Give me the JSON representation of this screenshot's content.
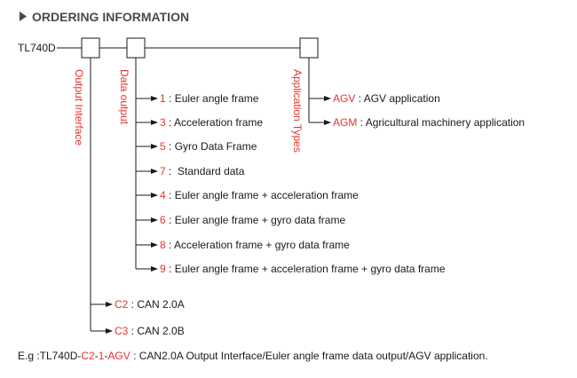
{
  "heading": "ORDERING INFORMATION",
  "model": "TL740D",
  "labels": {
    "output_interface": "Output Interface",
    "data_output": "Data output",
    "application_types": "Application Types"
  },
  "data_output_options": [
    {
      "code": "1",
      "sep": " : ",
      "desc": "Euler angle frame"
    },
    {
      "code": "3",
      "sep": " : ",
      "desc": "Acceleration frame"
    },
    {
      "code": "5",
      "sep": " : ",
      "desc": "Gyro Data Frame"
    },
    {
      "code": "7",
      "sep": " :  ",
      "desc": "Standard data"
    },
    {
      "code": "4",
      "sep": " : ",
      "desc": "Euler angle frame + acceleration frame"
    },
    {
      "code": "6",
      "sep": " : ",
      "desc": "Euler angle frame + gyro data frame"
    },
    {
      "code": "8",
      "sep": " : ",
      "desc": "Acceleration frame + gyro data frame"
    },
    {
      "code": "9",
      "sep": " : ",
      "desc": "Euler angle frame + acceleration frame + gyro data frame"
    }
  ],
  "application_options": [
    {
      "code": "AGV",
      "sep": " : ",
      "desc": "AGV application"
    },
    {
      "code": "AGM",
      "sep": " : ",
      "desc": "Agricultural machinery application"
    }
  ],
  "interface_options": [
    {
      "code": "C2",
      "sep": " : ",
      "desc": "CAN 2.0A"
    },
    {
      "code": "C3",
      "sep": " : ",
      "desc": "CAN 2.0B"
    }
  ],
  "example": {
    "prefix": "E.g :TL740D-",
    "code1": "C2",
    "dash1": "-",
    "code2": "1",
    "dash2": "-",
    "code3": "AGV",
    "suffix": " : CAN2.0A Output Interface/Euler angle frame data output/AGV application."
  },
  "colors": {
    "accent": "#e8322d",
    "text": "#1a1a1a",
    "heading": "#4a4a4a"
  }
}
